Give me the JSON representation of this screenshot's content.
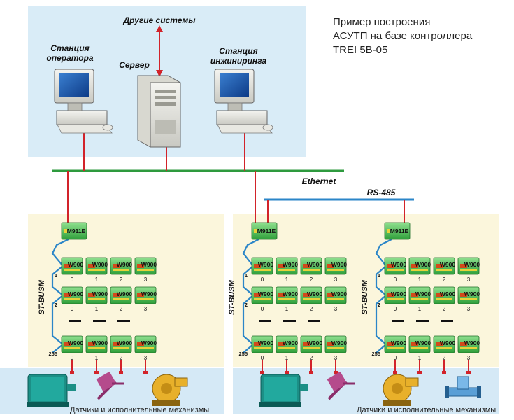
{
  "title": {
    "line1": "Пример построения",
    "line2": "АСУТП на базе контроллера",
    "line3": "TREI 5B-05"
  },
  "labels": {
    "other_systems": "Другие системы",
    "operator_station_1": "Станция",
    "operator_station_2": "оператора",
    "server": "Сервер",
    "engineering_station_1": "Станция",
    "engineering_station_2": "инжиниринга",
    "ethernet": "Ethernet",
    "rs485": "RS-485",
    "st_busm": "ST-BUSM",
    "controller_module": "M911E",
    "io_module": "W900",
    "row_first": "1",
    "row_second": "2",
    "row_last": "255",
    "col_0": "0",
    "col_1": "1",
    "col_2": "2",
    "col_3": "3",
    "field_devices": "Датчики и исполнительные механизмы"
  },
  "colors": {
    "top_panel": "#d9ecf7",
    "rack_panel": "#fbf6dc",
    "field_strip": "#d5e9f6",
    "ethernet_bus": "#2e9a3e",
    "rs485_bus": "#2b86c8",
    "st_busm": "#2b86c8",
    "link_red": "#d2232a",
    "module_green": "#4fbf4f"
  }
}
